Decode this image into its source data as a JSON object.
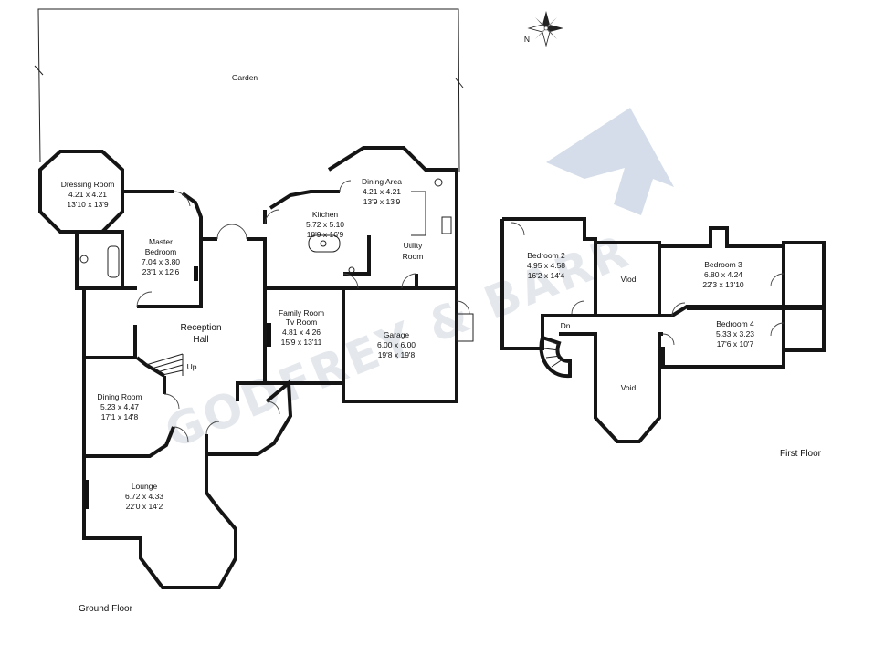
{
  "compass": {
    "north_label": "N"
  },
  "watermark": {
    "brand_text": "GODFREY & BARR",
    "color": "#9fb3cf"
  },
  "garden": {
    "label": "Garden"
  },
  "ground_floor": {
    "label": "Ground Floor",
    "rooms": {
      "dressing_room": {
        "name": "Dressing Room",
        "metric": "4.21 x 4.21",
        "imperial": "13'10 x 13'9"
      },
      "master_bedroom": {
        "name": "Master Bedroom",
        "name_line1": "Master",
        "name_line2": "Bedroom",
        "metric": "7.04 x 3.80",
        "imperial": "23'1 x 12'6"
      },
      "reception_hall": {
        "name_line1": "Reception",
        "name_line2": "Hall",
        "stairs_label": "Up"
      },
      "kitchen": {
        "name": "Kitchen",
        "metric": "5.72 x 5.10",
        "imperial": "18'9 x 16'9"
      },
      "dining_area": {
        "name": "Dining Area",
        "metric": "4.21 x 4.21",
        "imperial": "13'9 x 13'9"
      },
      "utility_room": {
        "name_line1": "Utility",
        "name_line2": "Room"
      },
      "family_room": {
        "name_line1": "Family Room",
        "name_line2": "Tv Room",
        "metric": "4.81 x 4.26",
        "imperial": "15'9 x 13'11"
      },
      "garage": {
        "name": "Garage",
        "metric": "6.00 x 6.00",
        "imperial": "19'8 x 19'8"
      },
      "dining_room": {
        "name": "Dining Room",
        "metric": "5.23 x 4.47",
        "imperial": "17'1 x 14'8"
      },
      "lounge": {
        "name": "Lounge",
        "metric": "6.72 x 4.33",
        "imperial": "22'0 x 14'2"
      }
    }
  },
  "first_floor": {
    "label": "First Floor",
    "rooms": {
      "bedroom_2": {
        "name": "Bedroom 2",
        "metric": "4.95 x 4.58",
        "imperial": "16'2 x 14'4"
      },
      "viod": {
        "name": "Viod"
      },
      "bedroom_3": {
        "name": "Bedroom 3",
        "metric": "6.80 x 4.24",
        "imperial": "22'3 x 13'10"
      },
      "bedroom_4": {
        "name": "Bedroom 4",
        "metric": "5.33 x 3.23",
        "imperial": "17'6 x 10'7"
      },
      "void": {
        "name": "Void"
      },
      "stairs_label": "Dn"
    }
  }
}
